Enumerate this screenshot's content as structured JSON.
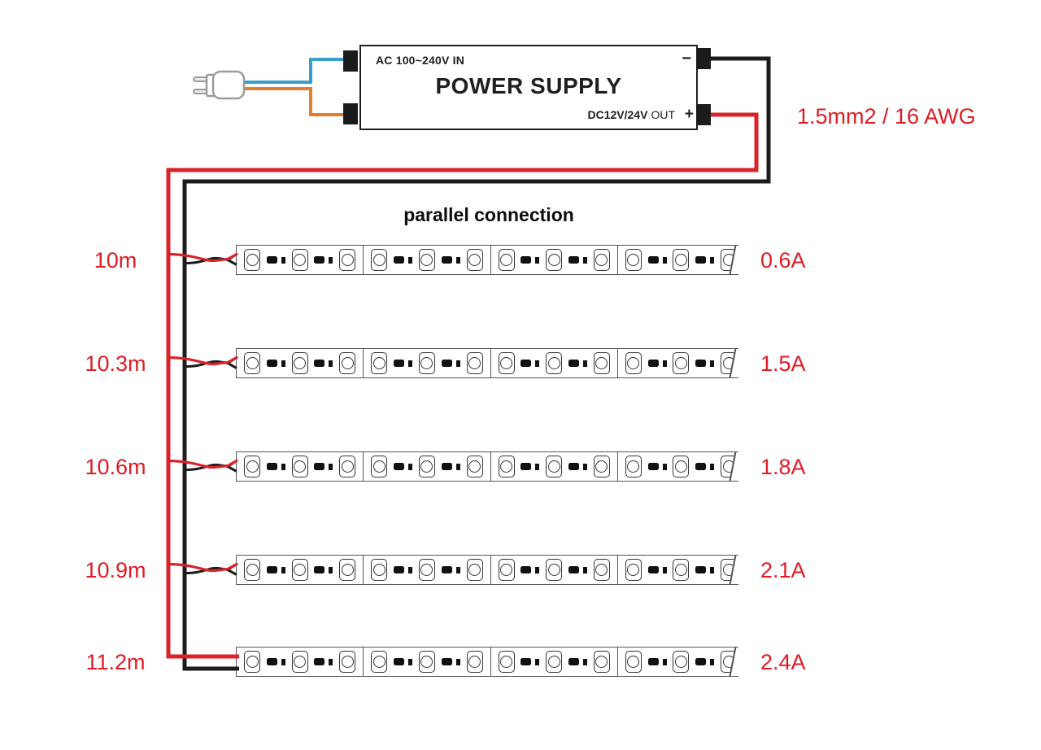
{
  "title": "parallel connection",
  "wire_gauge_label": "1.5mm2 / 16 AWG",
  "power_supply": {
    "input_label": "AC 100~240V IN",
    "name": "POWER SUPPLY",
    "output_voltage": "DC12V/24V",
    "output_suffix": "OUT",
    "minus_symbol": "−",
    "plus_symbol": "+"
  },
  "strips": [
    {
      "length": "10m",
      "current": "0.6A"
    },
    {
      "length": "10.3m",
      "current": "1.5A"
    },
    {
      "length": "10.6m",
      "current": "1.8A"
    },
    {
      "length": "10.9m",
      "current": "2.1A"
    },
    {
      "length": "11.2m",
      "current": "2.4A"
    }
  ],
  "strip_detail": {
    "segments_per_strip": 4,
    "leds_per_segment": 3,
    "resistors_per_segment": 2
  },
  "colors": {
    "positive_wire": "#d9232b",
    "negative_wire": "#1c1c1c",
    "live_wire": "#3a9fc6",
    "neutral_wire": "#e0802d",
    "label_text": "#e01b24",
    "strip_outline": "#555555"
  }
}
